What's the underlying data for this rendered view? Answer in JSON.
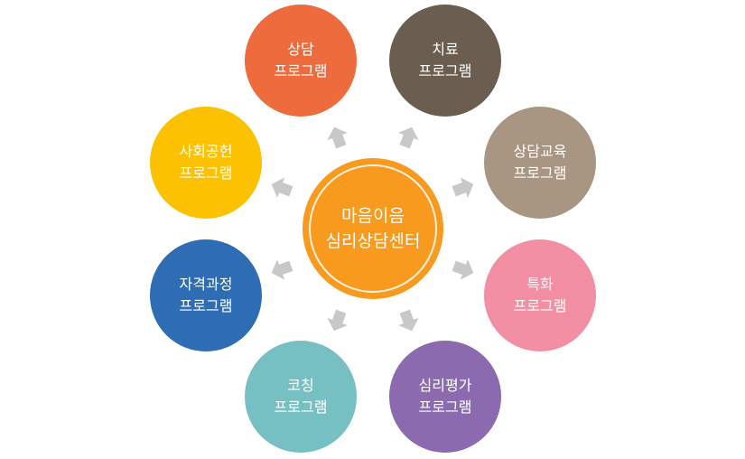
{
  "center": {
    "line1": "마음이음",
    "line2": "심리상담센터",
    "color": "#F79A1E"
  },
  "programs": [
    {
      "id": "counseling",
      "line1": "상담",
      "line2": "프로그램",
      "color": "#EE6B3D"
    },
    {
      "id": "therapy",
      "line1": "치료",
      "line2": "프로그램",
      "color": "#6B5D4F"
    },
    {
      "id": "education",
      "line1": "상담교육",
      "line2": "프로그램",
      "color": "#A89683"
    },
    {
      "id": "special",
      "line1": "특화",
      "line2": "프로그램",
      "color": "#F28FA5"
    },
    {
      "id": "assessment",
      "line1": "심리평가",
      "line2": "프로그램",
      "color": "#8B6AAF"
    },
    {
      "id": "coaching",
      "line1": "코칭",
      "line2": "프로그램",
      "color": "#76C0C3"
    },
    {
      "id": "certificate",
      "line1": "자격과정",
      "line2": "프로그램",
      "color": "#2E6DB4"
    },
    {
      "id": "social",
      "line1": "사회공헌",
      "line2": "프로그램",
      "color": "#FCC202"
    }
  ],
  "arrow_color": "#C8C8C8"
}
